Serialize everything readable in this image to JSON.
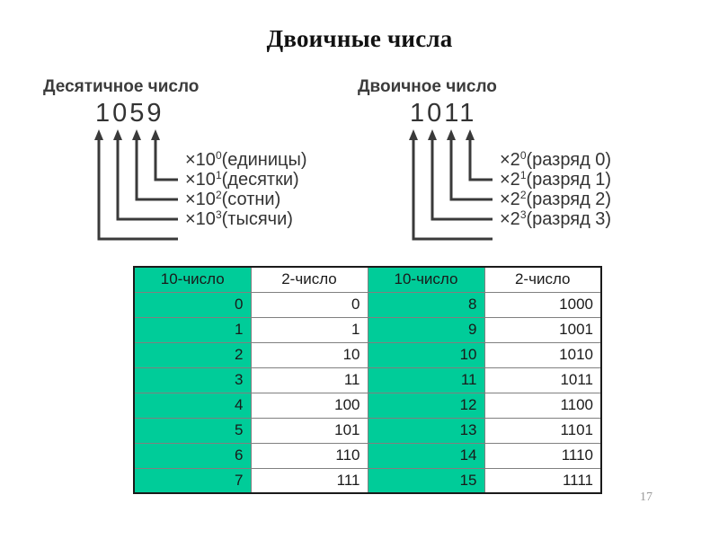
{
  "slide": {
    "title": "Двоичные числа",
    "page_number": "17",
    "accent_color": "#00CC99",
    "border_color": "#1a1a1a"
  },
  "diagrams": [
    {
      "id": "decimal",
      "caption": "Десятичное число",
      "number": "1059",
      "digits": [
        "1",
        "0",
        "5",
        "9"
      ],
      "rows": [
        {
          "multiplier": "×10",
          "exponent": "0",
          "description": "(единицы)"
        },
        {
          "multiplier": "×10",
          "exponent": "1",
          "description": "(десятки)"
        },
        {
          "multiplier": "×10",
          "exponent": "2",
          "description": "(сотни)"
        },
        {
          "multiplier": "×10",
          "exponent": "3",
          "description": "(тысячи)"
        }
      ]
    },
    {
      "id": "binary",
      "caption": "Двоичное число",
      "number": "1011",
      "digits": [
        "1",
        "0",
        "1",
        "1"
      ],
      "rows": [
        {
          "multiplier": "×2",
          "exponent": "0",
          "description": "(разряд 0)"
        },
        {
          "multiplier": "×2",
          "exponent": "1",
          "description": "(разряд 1)"
        },
        {
          "multiplier": "×2",
          "exponent": "2",
          "description": "(разряд 2)"
        },
        {
          "multiplier": "×2",
          "exponent": "3",
          "description": "(разряд 3)"
        }
      ]
    }
  ],
  "table": {
    "headers": [
      "10-число",
      "2-число",
      "10-число",
      "2-число"
    ],
    "rows": [
      [
        "0",
        "0",
        "8",
        "1000"
      ],
      [
        "1",
        "1",
        "9",
        "1001"
      ],
      [
        "2",
        "10",
        "10",
        "1010"
      ],
      [
        "3",
        "11",
        "11",
        "1011"
      ],
      [
        "4",
        "100",
        "12",
        "1100"
      ],
      [
        "5",
        "101",
        "13",
        "1101"
      ],
      [
        "6",
        "110",
        "14",
        "1110"
      ],
      [
        "7",
        "111",
        "15",
        "1111"
      ]
    ]
  }
}
